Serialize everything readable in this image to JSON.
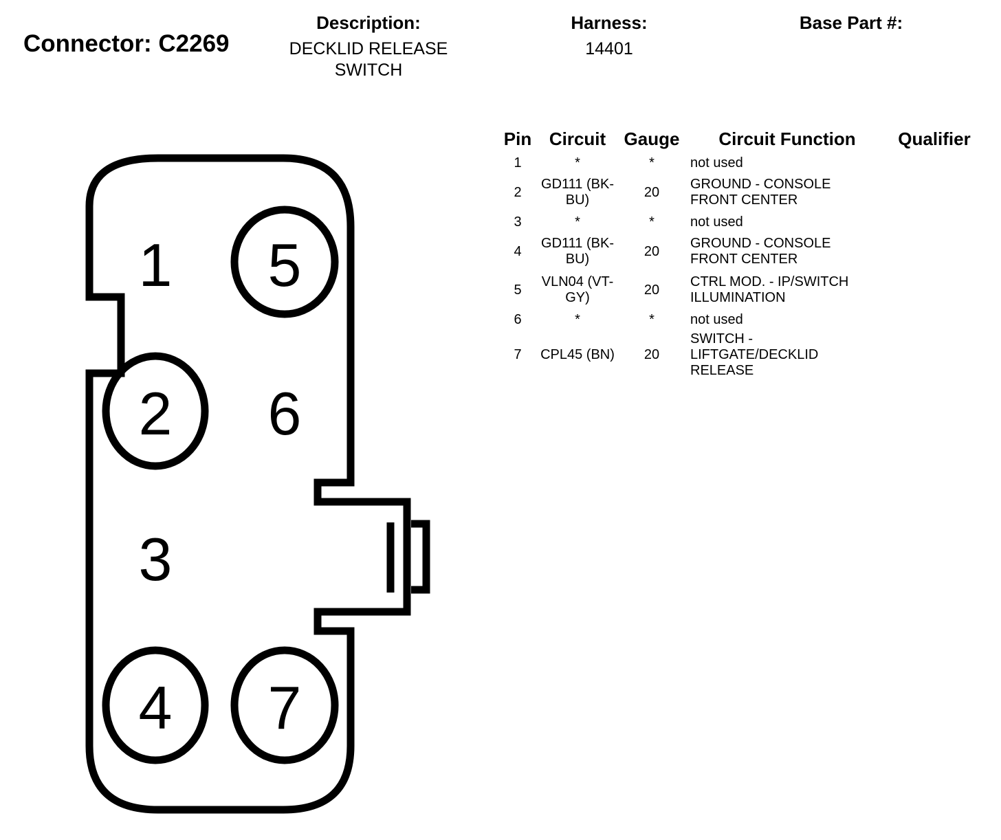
{
  "header": {
    "connector_label": "Connector: C2269",
    "description_label": "Description:",
    "description_value_line1": "DECKLID RELEASE",
    "description_value_line2": "SWITCH",
    "harness_label": "Harness:",
    "harness_value": "14401",
    "base_part_label": "Base Part #:"
  },
  "connector_pins": {
    "pin1": "1",
    "pin2": "2",
    "pin3": "3",
    "pin4": "4",
    "pin5": "5",
    "pin6": "6",
    "pin7": "7"
  },
  "table": {
    "columns": [
      "Pin",
      "Circuit",
      "Gauge",
      "Circuit Function",
      "Qualifier"
    ],
    "rows": [
      {
        "pin": "1",
        "circuit": "*",
        "gauge": "*",
        "function_line1": "not used",
        "function_line2": "",
        "function_line3": "",
        "qualifier": ""
      },
      {
        "pin": "2",
        "circuit_line1": "GD111 (BK-",
        "circuit_line2": "BU)",
        "gauge": "20",
        "function_line1": "GROUND - CONSOLE",
        "function_line2": "FRONT CENTER",
        "function_line3": "",
        "qualifier": ""
      },
      {
        "pin": "3",
        "circuit": "*",
        "gauge": "*",
        "function_line1": "not used",
        "function_line2": "",
        "function_line3": "",
        "qualifier": ""
      },
      {
        "pin": "4",
        "circuit_line1": "GD111 (BK-",
        "circuit_line2": "BU)",
        "gauge": "20",
        "function_line1": "GROUND - CONSOLE",
        "function_line2": "FRONT CENTER",
        "function_line3": "",
        "qualifier": ""
      },
      {
        "pin": "5",
        "circuit_line1": "VLN04 (VT-",
        "circuit_line2": "GY)",
        "gauge": "20",
        "function_line1": "CTRL MOD. - IP/SWITCH",
        "function_line2": "ILLUMINATION",
        "function_line3": "",
        "qualifier": ""
      },
      {
        "pin": "6",
        "circuit": "*",
        "gauge": "*",
        "function_line1": "not used",
        "function_line2": "",
        "function_line3": "",
        "qualifier": ""
      },
      {
        "pin": "7",
        "circuit": "CPL45 (BN)",
        "gauge": "20",
        "function_line1": "SWITCH -",
        "function_line2": "LIFTGATE/DECKLID",
        "function_line3": "RELEASE",
        "qualifier": ""
      }
    ]
  }
}
